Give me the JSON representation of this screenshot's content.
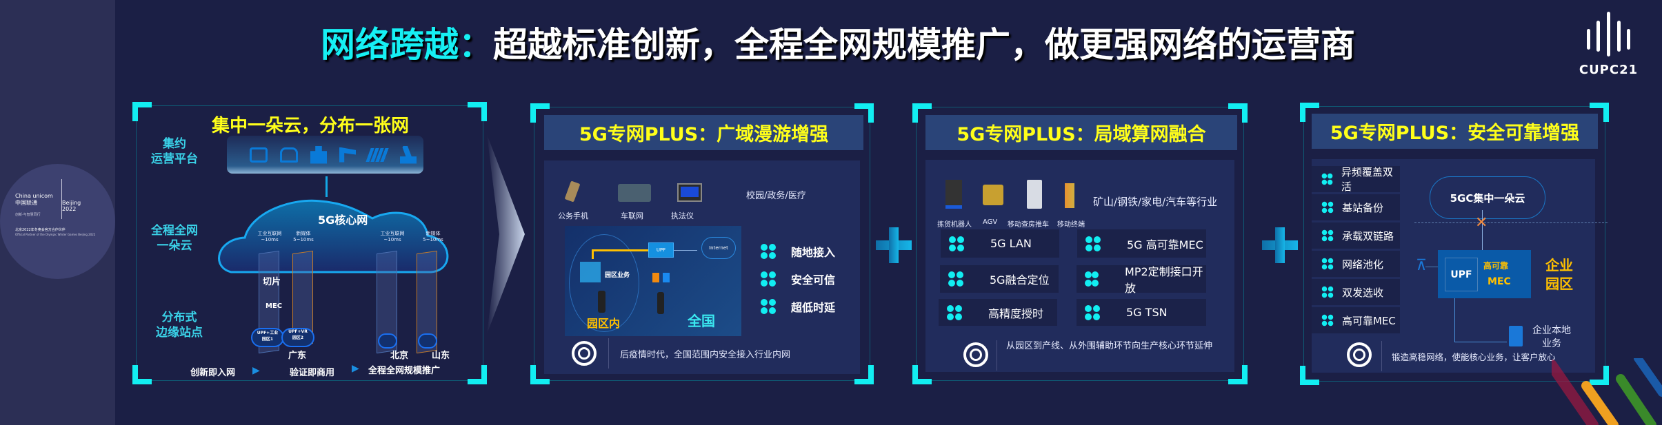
{
  "header": {
    "title_highlight": "网络跨越：",
    "title_rest": "超越标准创新，全程全网规模推广，做更强网络的运营商",
    "logo_text": "CUPC21"
  },
  "sponsor_logo": {
    "brand": "China unicom中国联通",
    "slogan": "创新·与智慧同行",
    "games": "Beijing 2022",
    "partner_cn": "北京2022年冬奥会官方合作伙伴",
    "partner_en": "Official Partner of the Olympic Winter Games Beijing 2022"
  },
  "panel1": {
    "heading": "集中一朵云，分布一张网",
    "left_labels": [
      "集约\n运营平台",
      "全程全网\n一朵云",
      "分布式\n边缘站点"
    ],
    "platform_icons": [
      "camera-icon",
      "vehicle-icon",
      "city-icon",
      "cctv-icon",
      "solar-panel-icon",
      "robot-arm-icon"
    ],
    "core_label": "5G核心网",
    "slices": [
      {
        "name": "工业互联网",
        "latency": "~10ms"
      },
      {
        "name": "新媒体",
        "latency": "5~10ms"
      },
      {
        "name": "工业互联网",
        "latency": "~10ms"
      },
      {
        "name": "新媒体",
        "latency": "5~10ms"
      }
    ],
    "slice_label": "切片",
    "mec_label": "MEC",
    "edge": [
      {
        "upf": "UPF+工业",
        "park": "园区1"
      },
      {
        "upf": "UPF+VR",
        "park": "园区2"
      }
    ],
    "provinces": [
      "广东",
      "北京",
      "山东"
    ],
    "steps": [
      "创新即入网",
      "验证即商用",
      "全程全网规模推广"
    ]
  },
  "panel2": {
    "title": "5G专网PLUS：广域漫游增强",
    "devices": [
      "公务手机",
      "车联网",
      "执法仪"
    ],
    "sectors": "校园/政务/医疗",
    "diagram": {
      "upf": "UPF",
      "internet": "Internet",
      "park_service": "园区业务",
      "in_park": "园区内",
      "nationwide": "全国"
    },
    "features": [
      "随地接入",
      "安全可信",
      "超低时延"
    ],
    "goal": "后疫情时代，全国范围内安全接入行业内网"
  },
  "panel3": {
    "title": "5G专网PLUS：局域算网融合",
    "devices": [
      "拣货机器人",
      "AGV",
      "移动查房推车",
      "移动终端"
    ],
    "sectors": "矿山/钢铁/家电/汽车等行业",
    "features": [
      "5G LAN",
      "5G 高可靠MEC",
      "5G融合定位",
      "MP2定制接口开放",
      "高精度授时",
      "5G TSN"
    ],
    "goal": "从园区到产线、从外围辅助环节向生产核心环节延伸"
  },
  "panel4": {
    "title": "5G专网PLUS：安全可靠增强",
    "features": [
      "异频覆盖双活",
      "基站备份",
      "承载双链路",
      "网络池化",
      "双发选收",
      "高可靠MEC"
    ],
    "cloud": "5GC集中一朵云",
    "upf": "UPF",
    "mec_top": "高可靠",
    "mec_bottom": "MEC",
    "enterprise_park": "企业园区",
    "local_service": "企业本地业务",
    "goal": "锻造高稳网络，使能核心业务，让客户放心"
  },
  "colors": {
    "background": "#1b1f45",
    "accent_cyan": "#12eef2",
    "title_yellow": "#ffff1a",
    "panel_bar": "#2a4478"
  }
}
